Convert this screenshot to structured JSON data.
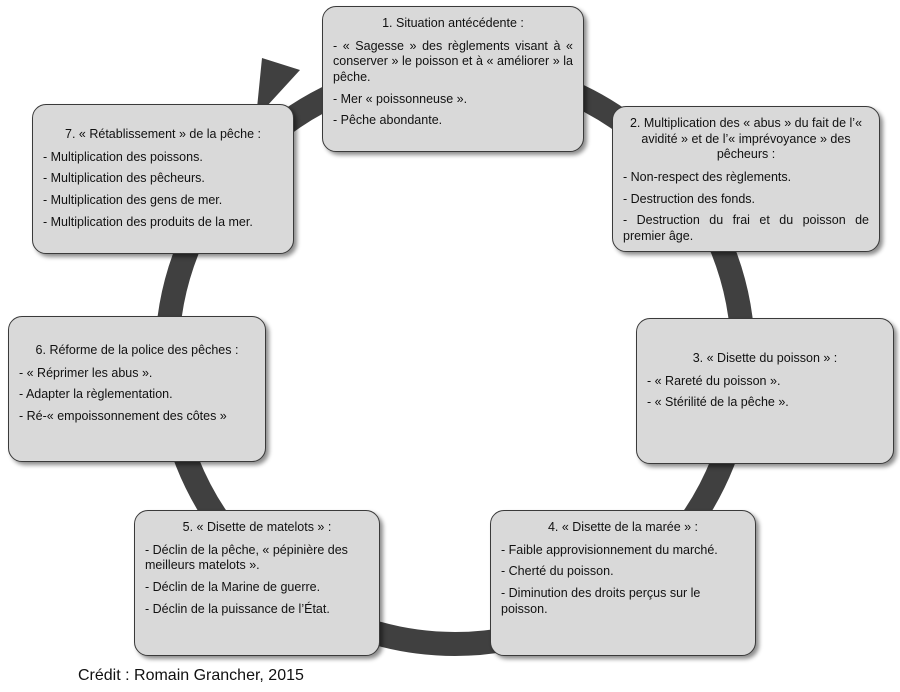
{
  "boxes": [
    {
      "title": "1. Situation antécédente :",
      "items": [
        "- « Sagesse » des règlements visant à « conserver » le poisson et à « améliorer » la pêche.",
        "- Mer « poissonneuse ».",
        "- Pêche abondante."
      ]
    },
    {
      "title": "2. Multiplication des « abus » du fait de l’« avidité » et de l’« imprévoyance » des pêcheurs :",
      "items": [
        "- Non-respect des règlements.",
        "- Destruction des fonds.",
        "- Destruction du frai et du poisson de premier âge."
      ]
    },
    {
      "title": "3. « Disette du poisson » :",
      "items": [
        "- « Rareté du poisson ».",
        "- « Stérilité de la pêche »."
      ]
    },
    {
      "title": "4. « Disette de la marée » :",
      "items": [
        "- Faible approvisionnement du marché.",
        "- Cherté du poisson.",
        "- Diminution des droits perçus sur le poisson."
      ]
    },
    {
      "title": "5. « Disette de matelots » :",
      "items": [
        "- Déclin de la pêche, « pépinière des meilleurs matelots ».",
        "- Déclin de la Marine de guerre.",
        "- Déclin de la puissance de l’État."
      ]
    },
    {
      "title": "6. Réforme de la police des pêches :",
      "items": [
        "- « Réprimer les abus ».",
        "- Adapter la règlementation.",
        "- Ré-« empoissonnement des côtes »"
      ]
    },
    {
      "title": "7. « Rétablissement » de la pêche :",
      "items": [
        "- Multiplication des poissons.",
        "- Multiplication des pêcheurs.",
        "- Multiplication des gens de mer.",
        "- Multiplication des produits de la mer."
      ]
    }
  ],
  "credit": "Crédit : Romain Grancher, 2015",
  "colors": {
    "box_fill": "#d9d9d9",
    "box_border": "#3a3a3a",
    "ring": "#404040"
  }
}
